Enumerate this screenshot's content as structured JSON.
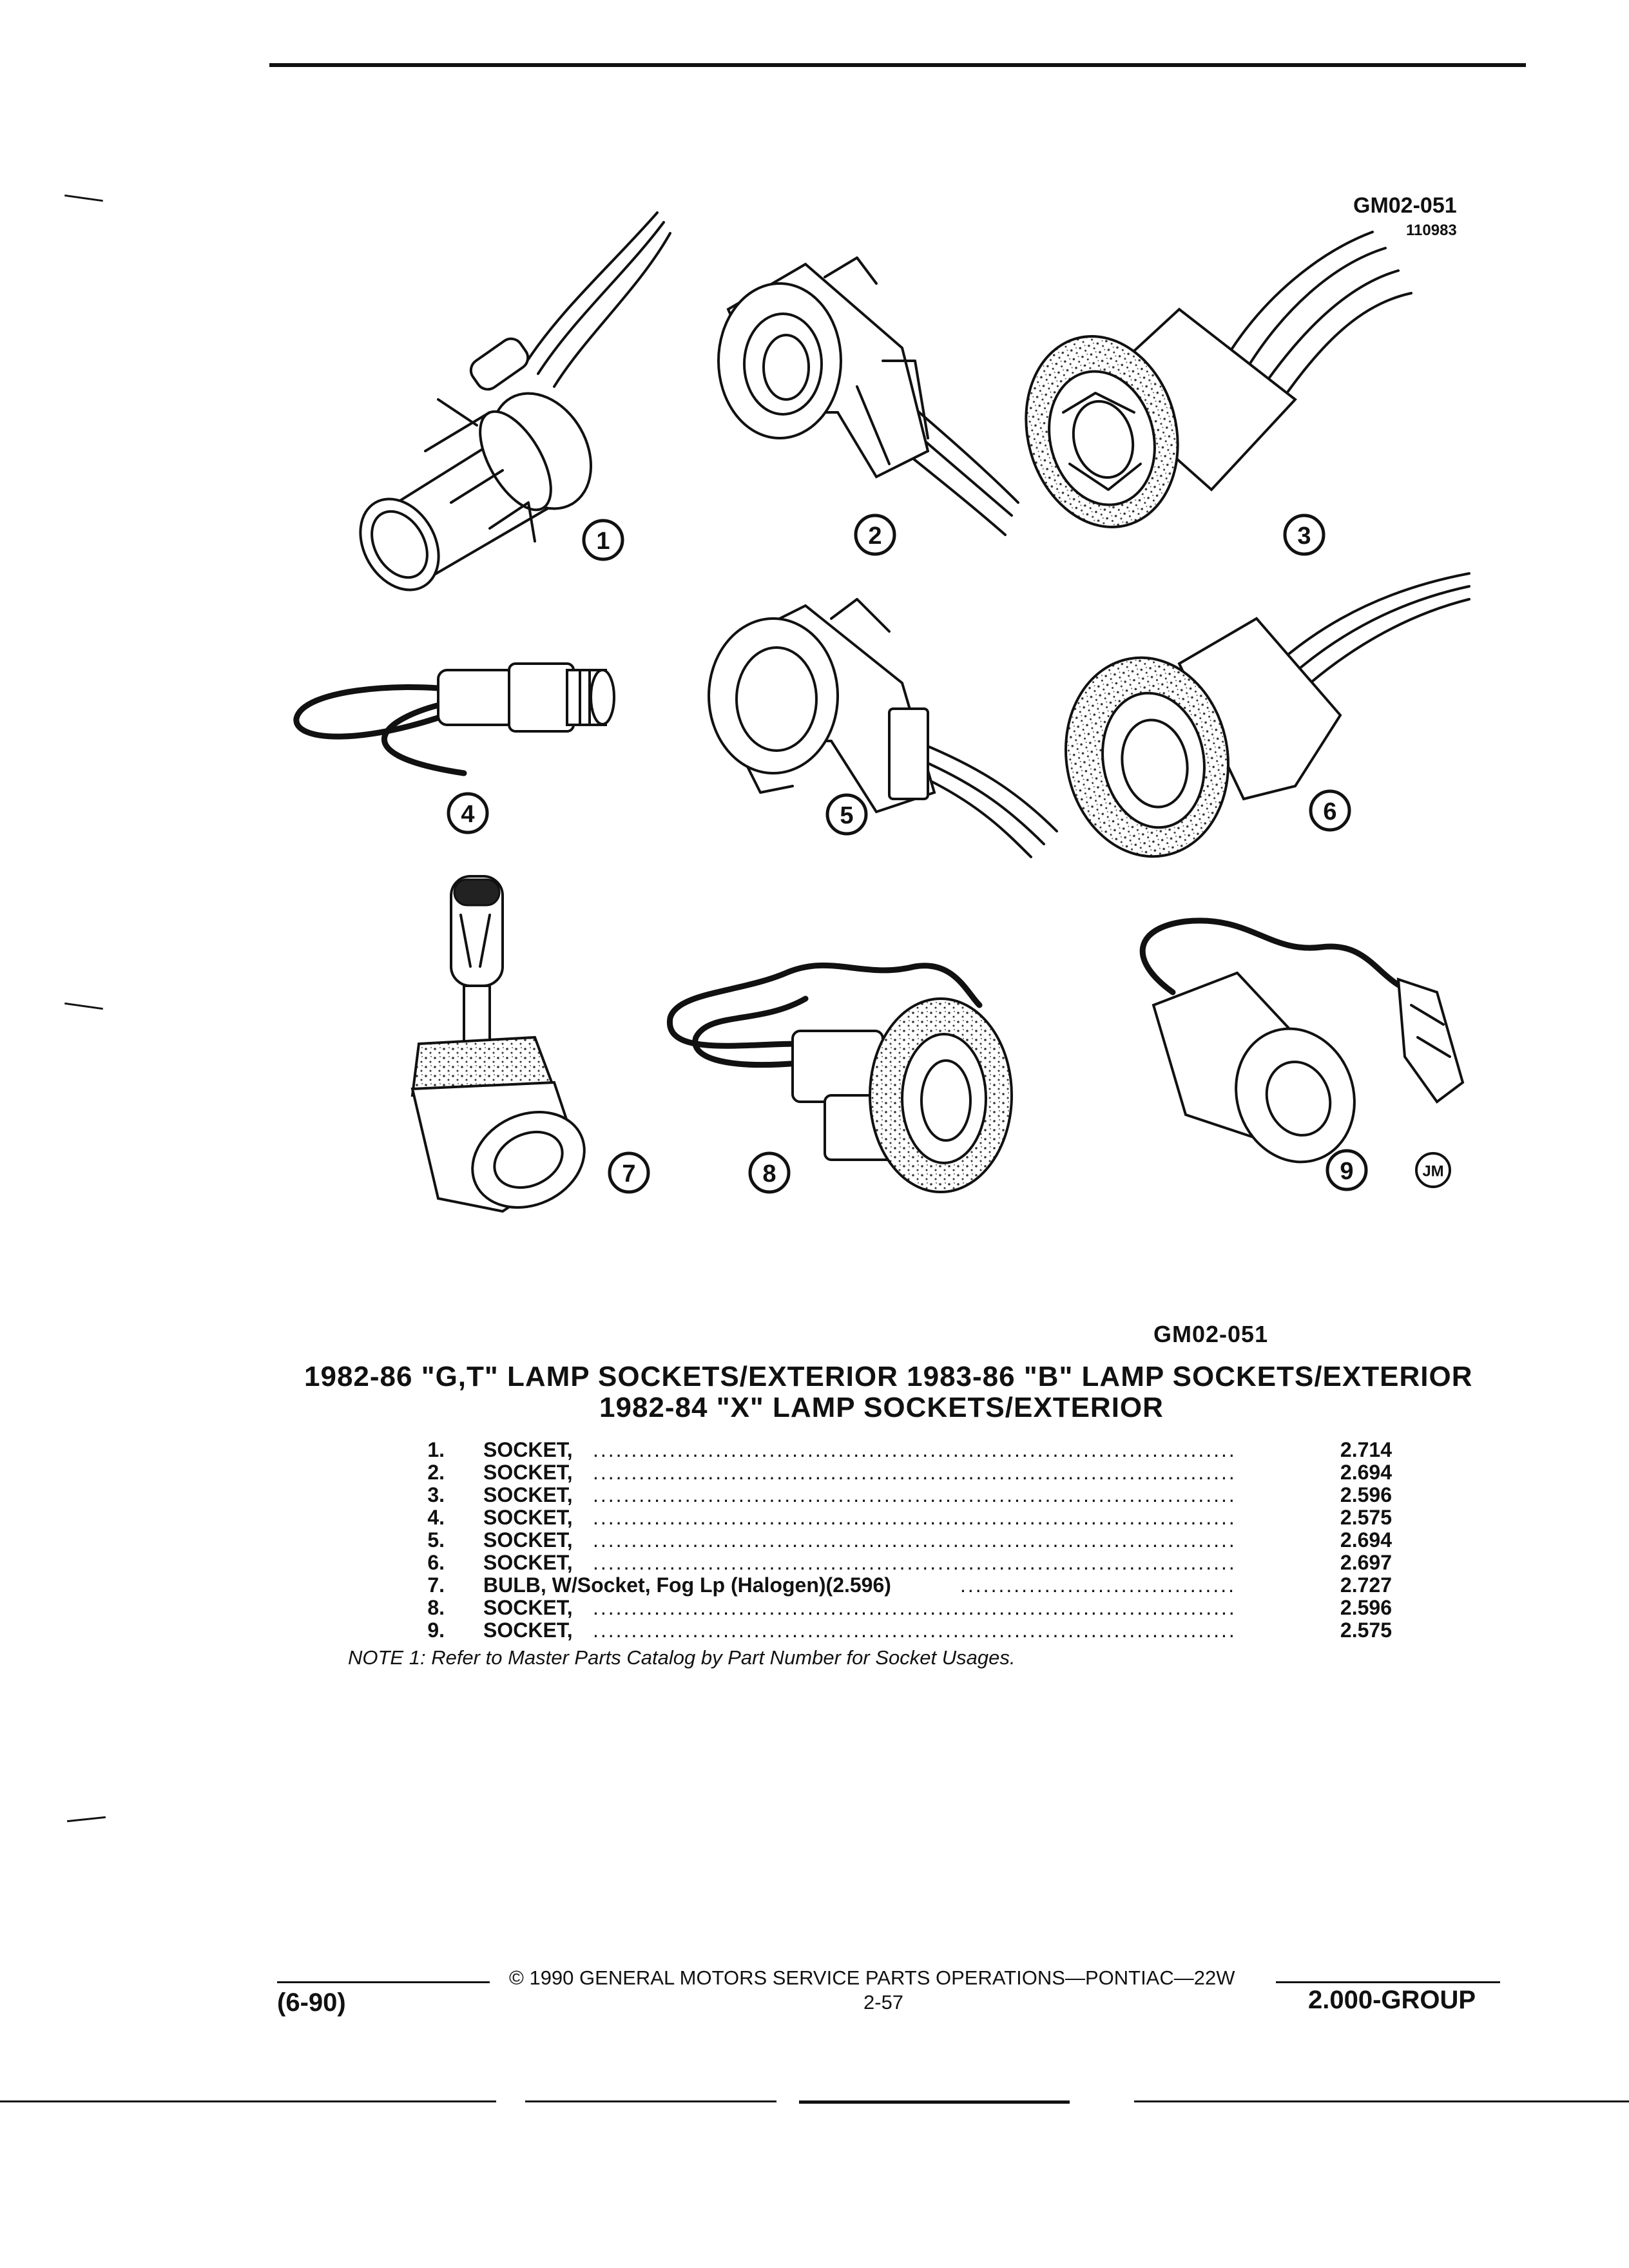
{
  "figure": {
    "code": "GM02-051",
    "code_sub": "110983",
    "callouts": [
      "1",
      "2",
      "3",
      "4",
      "5",
      "6",
      "7",
      "8",
      "9"
    ],
    "artist_mark": "JM"
  },
  "reference_code": "GM02-051",
  "heading": {
    "line1": "1982-86 \"G,T\" LAMP SOCKETS/EXTERIOR 1983-86 \"B\" LAMP SOCKETS/EXTERIOR",
    "line2": "1982-84 \"X\" LAMP SOCKETS/EXTERIOR"
  },
  "parts": [
    {
      "no": "1.",
      "desc": "SOCKET,",
      "value": "2.714"
    },
    {
      "no": "2.",
      "desc": "SOCKET,",
      "value": "2.694"
    },
    {
      "no": "3.",
      "desc": "SOCKET,",
      "value": "2.596"
    },
    {
      "no": "4.",
      "desc": "SOCKET,",
      "value": "2.575"
    },
    {
      "no": "5.",
      "desc": "SOCKET,",
      "value": "2.694"
    },
    {
      "no": "6.",
      "desc": "SOCKET,",
      "value": "2.697"
    },
    {
      "no": "7.",
      "desc": "BULB, W/Socket, Fog Lp (Halogen)(2.596)",
      "value": "2.727"
    },
    {
      "no": "8.",
      "desc": "SOCKET,",
      "value": "2.596"
    },
    {
      "no": "9.",
      "desc": "SOCKET,",
      "value": "2.575"
    }
  ],
  "note": "NOTE 1: Refer to Master Parts Catalog by Part Number for Socket Usages.",
  "footer": {
    "copyright": "© 1990 GENERAL MOTORS SERVICE PARTS OPERATIONS—PONTIAC—22W",
    "date": "(6-90)",
    "page": "2-57",
    "group": "2.000-GROUP"
  }
}
